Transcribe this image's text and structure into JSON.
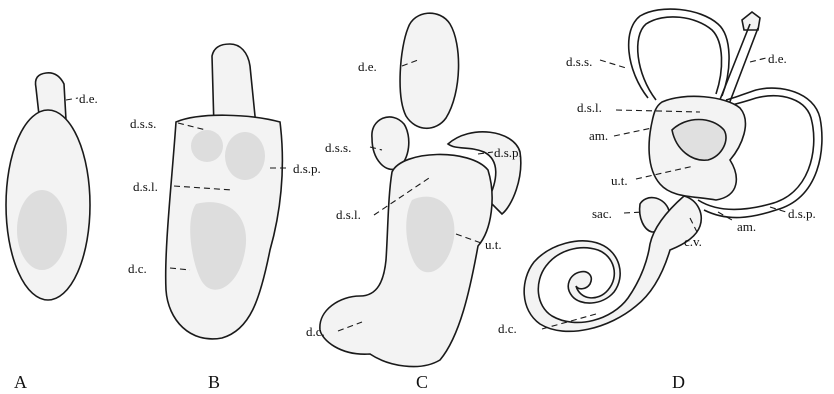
{
  "panels": [
    "A",
    "B",
    "C",
    "D"
  ],
  "labels": {
    "A": {
      "de": "d.e."
    },
    "B": {
      "dss": "d.s.s.",
      "dsp": "d.s.p.",
      "dsl": "d.s.l.",
      "dc": "d.c."
    },
    "C": {
      "de": "d.e.",
      "dss": "d.s.s.",
      "dsp": "d.s.p.",
      "dsl": "d.s.l.",
      "ut": "u.t.",
      "dc": "d.c."
    },
    "D": {
      "dss": "d.s.s.",
      "de": "d.e.",
      "dsl": "d.s.l.",
      "am1": "am.",
      "ut": "u.t.",
      "sac": "sac.",
      "cv": "c.v.",
      "am2": "am.",
      "dsp": "d.s.p.",
      "dc": "d.c."
    }
  }
}
